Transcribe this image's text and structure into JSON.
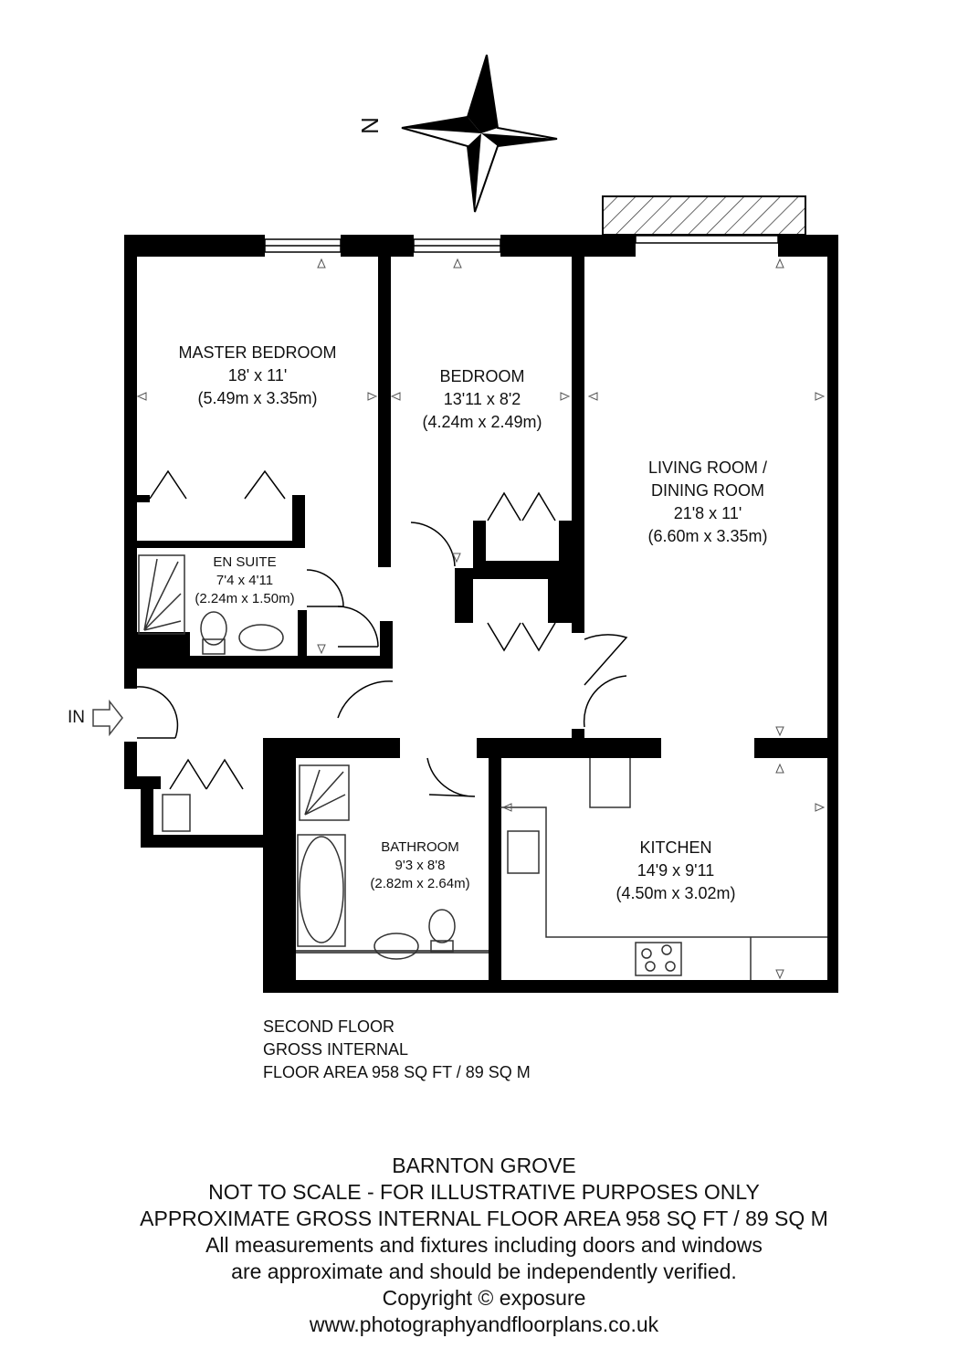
{
  "compass": {
    "north_letter": "N",
    "icon": "north-arrow-icon"
  },
  "entrance": {
    "label": "IN",
    "icon": "entrance-arrow-icon"
  },
  "rooms": {
    "master_bedroom": {
      "name": "MASTER BEDROOM",
      "imperial": "18' x 11'",
      "metric": "(5.49m x 3.35m)"
    },
    "bedroom": {
      "name": "BEDROOM",
      "imperial": "13'11 x 8'2",
      "metric": "(4.24m x 2.49m)"
    },
    "living": {
      "name_line1": "LIVING ROOM /",
      "name_line2": "DINING ROOM",
      "imperial": "21'8 x 11'",
      "metric": "(6.60m x 3.35m)"
    },
    "en_suite": {
      "name": "EN SUITE",
      "imperial": "7'4 x 4'11",
      "metric": "(2.24m x 1.50m)"
    },
    "bathroom": {
      "name": "BATHROOM",
      "imperial": "9'3 x 8'8",
      "metric": "(2.82m x 2.64m)"
    },
    "kitchen": {
      "name": "KITCHEN",
      "imperial": "14'9 x 9'11",
      "metric": "(4.50m x 3.02m)"
    }
  },
  "floor_note": {
    "line1": "SECOND FLOOR",
    "line2": "GROSS INTERNAL",
    "line3": "FLOOR AREA 958 SQ FT / 89 SQ M"
  },
  "footer": {
    "line1": "BARNTON GROVE",
    "line2": "NOT TO SCALE - FOR ILLUSTRATIVE PURPOSES ONLY",
    "line3": "APPROXIMATE GROSS INTERNAL FLOOR AREA 958 SQ FT / 89 SQ M",
    "line4": "All measurements and fixtures including doors and windows",
    "line5": "are approximate and should be independently verified.",
    "line6": "Copyright © exposure",
    "line7": "www.photographyandfloorplans.co.uk"
  },
  "colors": {
    "wall": "#000000",
    "fixture": "#333333",
    "background": "#ffffff"
  }
}
